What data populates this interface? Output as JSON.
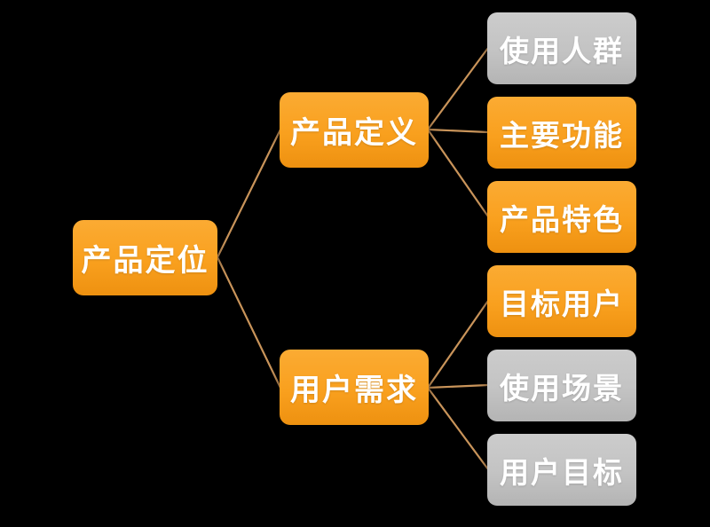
{
  "colors": {
    "background": "#000000",
    "orange": "#F9A01E",
    "gray": "#C3C3C3",
    "line": "#C9945A",
    "text": "#FFFFFF"
  },
  "mindmap": {
    "root": {
      "label": "产品定位",
      "color": "orange"
    },
    "branches": [
      {
        "label": "产品定义",
        "color": "orange",
        "children": [
          {
            "label": "使用人群",
            "color": "gray"
          },
          {
            "label": "主要功能",
            "color": "orange"
          },
          {
            "label": "产品特色",
            "color": "orange"
          }
        ]
      },
      {
        "label": "用户需求",
        "color": "orange",
        "children": [
          {
            "label": "目标用户",
            "color": "orange"
          },
          {
            "label": "使用场景",
            "color": "gray"
          },
          {
            "label": "用户目标",
            "color": "gray"
          }
        ]
      }
    ]
  }
}
